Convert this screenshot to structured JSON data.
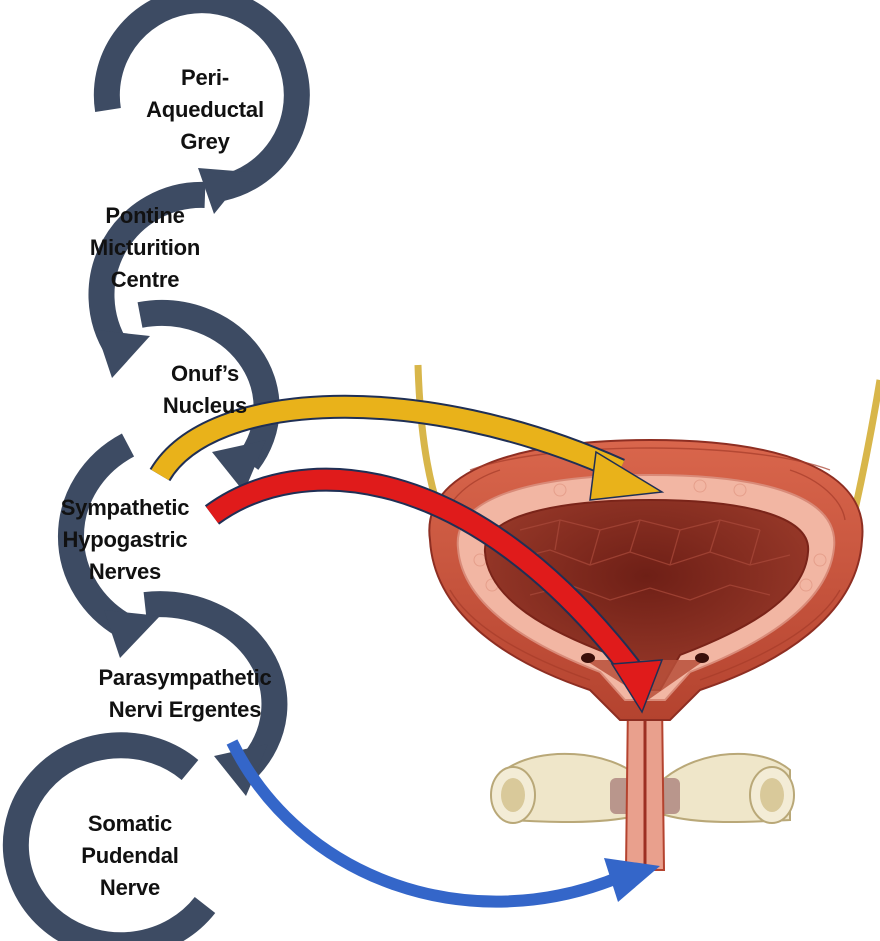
{
  "colors": {
    "loop_arrow": "#3d4b63",
    "sympathetic_arrow": "#e9b21a",
    "hypogastric_arrow": "#e01b1b",
    "somatic_arrow": "#3466c9",
    "bladder_muscle": "#c9533d",
    "bladder_mucosa": "#8e2e22",
    "bladder_wall": "#f2b6a3",
    "pelvic_bone": "#efe6c9",
    "ureter": "#d8b64a"
  },
  "nodes": [
    {
      "id": "pag",
      "label": "Peri-\nAqueductal\nGrey"
    },
    {
      "id": "pmc",
      "label": "Pontine\nMicturition\nCentre"
    },
    {
      "id": "onuf",
      "label": "Onuf’s\nNucleus"
    },
    {
      "id": "sympathetic",
      "label": "Sympathetic\nHypogastric\nNerves"
    },
    {
      "id": "parasympathetic",
      "label": "Parasympathetic\nNervi Ergentes"
    },
    {
      "id": "somatic",
      "label": "Somatic\nPudendal\nNerve"
    }
  ],
  "illustration": {
    "icon": "urinary-bladder-cross-section-icon"
  }
}
